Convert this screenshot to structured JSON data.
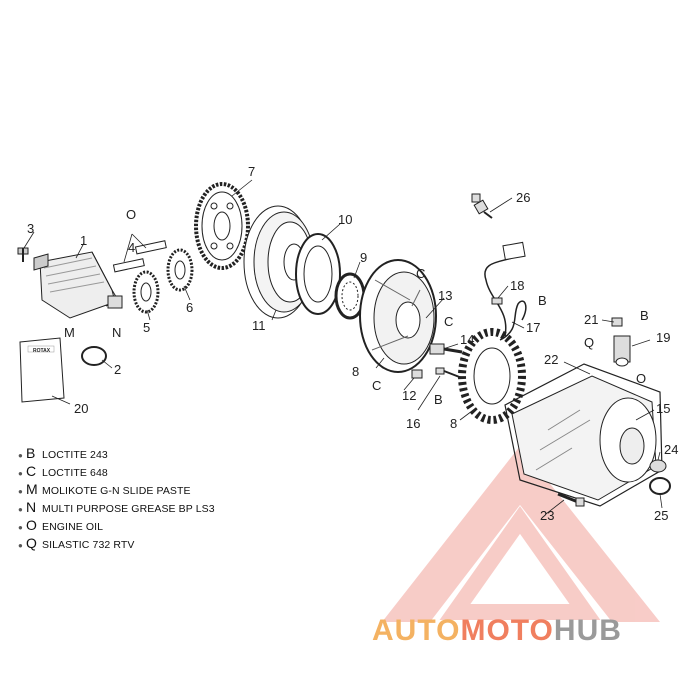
{
  "parts": {
    "p1": "1",
    "p2": "2",
    "p3": "3",
    "p4": "4",
    "p5": "5",
    "p6": "6",
    "p7": "7",
    "p8a": "8",
    "p8b": "8",
    "p9": "9",
    "p10": "10",
    "p11": "11",
    "p12": "12",
    "p13": "13",
    "p14": "14",
    "p15": "15",
    "p16": "16",
    "p17": "17",
    "p18": "18",
    "p19": "19",
    "p20": "20",
    "p21": "21",
    "p22": "22",
    "p23": "23",
    "p24": "24",
    "p25": "25",
    "p26": "26"
  },
  "codes": {
    "o_top": "O",
    "c_top": "C",
    "c_mid": "C",
    "c_12": "C",
    "b_14": "B",
    "b_18": "B",
    "b_21": "B",
    "q_22": "Q",
    "o_19": "O",
    "m_1": "M",
    "n_1": "N"
  },
  "manual_logo": "ROTAX",
  "legend": [
    {
      "key": "B",
      "text": "LOCTITE 243"
    },
    {
      "key": "C",
      "text": "LOCTITE 648"
    },
    {
      "key": "M",
      "text": "MOLIKOTE G-N SLIDE PASTE"
    },
    {
      "key": "N",
      "text": "MULTI PURPOSE GREASE BP LS3"
    },
    {
      "key": "O",
      "text": "ENGINE OIL"
    },
    {
      "key": "Q",
      "text": "SILASTIC 732 RTV"
    }
  ],
  "watermark": {
    "part1": "AUTO",
    "part2": "MOTO",
    "part3": "HUB"
  },
  "colors": {
    "ink": "#222222",
    "watermark_red": "#e8463a",
    "watermark_orange": "#f4b262",
    "watermark_gray": "#9a9a9a"
  }
}
